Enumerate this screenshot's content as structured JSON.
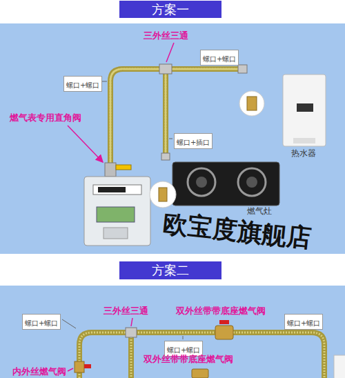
{
  "diagram": {
    "nodes": [
      {
        "text": [
          "方案一"
        ]
      },
      {
        "text": [
          "螺口+螺口"
        ]
      },
      {
        "text": [
          "螺口+螺口"
        ]
      },
      {
        "text": [
          "螺口+插口"
        ]
      },
      {
        "text": [
          "方案二"
        ]
      },
      {
        "text": [
          "螺口+螺口"
        ]
      },
      {
        "text": [
          "螺口+螺口"
        ]
      },
      {
        "text": [
          "螺口+螺口"
        ]
      }
    ],
    "labels": [
      "三外丝三通",
      "燃气表专用直角阀",
      "热水器",
      "燃气灶",
      "欧宝度旗舰店",
      "三外丝三通",
      "双外丝带带底座燃气阀",
      "双外丝带带底座燃气阀",
      "内外丝燃气阀"
    ]
  }
}
